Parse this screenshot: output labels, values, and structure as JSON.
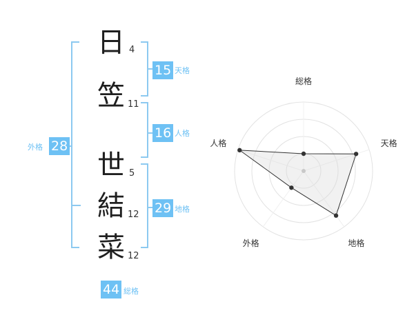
{
  "name": {
    "chars": [
      {
        "char": "日",
        "strokes": "4"
      },
      {
        "char": "笠",
        "strokes": "11"
      },
      {
        "char": "世",
        "strokes": "5"
      },
      {
        "char": "結",
        "strokes": "12"
      },
      {
        "char": "菜",
        "strokes": "12"
      }
    ]
  },
  "grades": {
    "tenkaku": {
      "value": "15",
      "label": "天格"
    },
    "jinkaku": {
      "value": "16",
      "label": "人格"
    },
    "chikaku": {
      "value": "29",
      "label": "地格"
    },
    "gaikaku": {
      "value": "28",
      "label": "外格"
    },
    "soukaku": {
      "value": "44",
      "label": "総格"
    }
  },
  "colors": {
    "accent": "#6ec1f4",
    "bracket": "#8cc9f0",
    "text": "#1f1f1f"
  },
  "chart_data": {
    "type": "radar",
    "title": "",
    "axes": [
      "総格",
      "天格",
      "地格",
      "外格",
      "人格"
    ],
    "rings": 4,
    "max": 4,
    "values": [
      1,
      3.2,
      3.2,
      1.2,
      3.9
    ]
  }
}
